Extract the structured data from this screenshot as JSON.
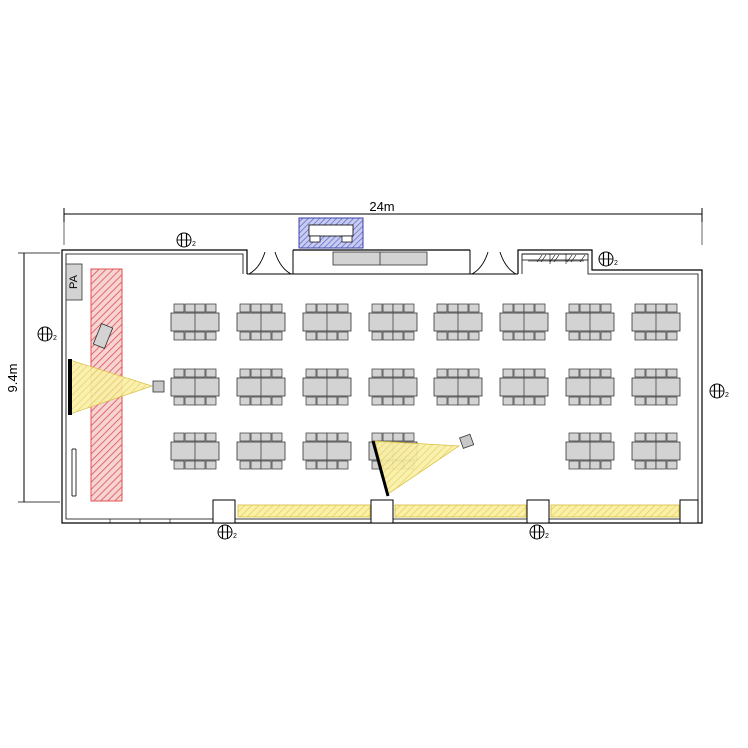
{
  "dimensions": {
    "width_label": "24m",
    "height_label": "9.4m"
  },
  "room": {
    "pa_label": "PA"
  },
  "outlet": {
    "subscript": "2",
    "count": 6
  },
  "seating": {
    "rows": 3,
    "columns": 8,
    "chairs_per_side": 2,
    "missing_in_row_3": [
      4,
      5
    ]
  },
  "colors": {
    "wall": "#000000",
    "table_fill": "#d3d3d3",
    "table_stroke": "#333333",
    "hatch_red": "#e05050",
    "projection_yellow": "#f5e27a",
    "screen_stand_blue": "#5a63c8",
    "window_yellow": "#f3ec9a"
  }
}
